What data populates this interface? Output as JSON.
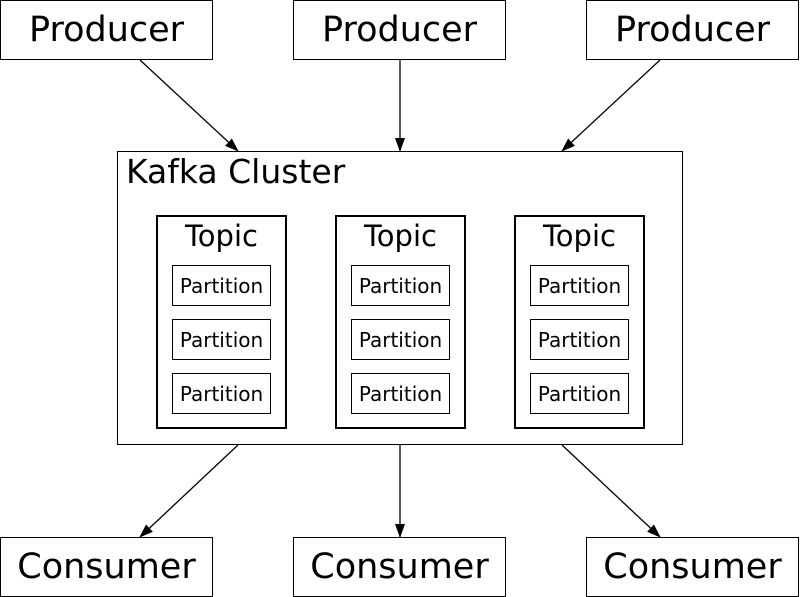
{
  "producers": [
    {
      "label": "Producer"
    },
    {
      "label": "Producer"
    },
    {
      "label": "Producer"
    }
  ],
  "cluster": {
    "title": "Kafka Cluster",
    "topics": [
      {
        "label": "Topic",
        "partitions": [
          "Partition",
          "Partition",
          "Partition"
        ]
      },
      {
        "label": "Topic",
        "partitions": [
          "Partition",
          "Partition",
          "Partition"
        ]
      },
      {
        "label": "Topic",
        "partitions": [
          "Partition",
          "Partition",
          "Partition"
        ]
      }
    ]
  },
  "consumers": [
    {
      "label": "Consumer"
    },
    {
      "label": "Consumer"
    },
    {
      "label": "Consumer"
    }
  ]
}
